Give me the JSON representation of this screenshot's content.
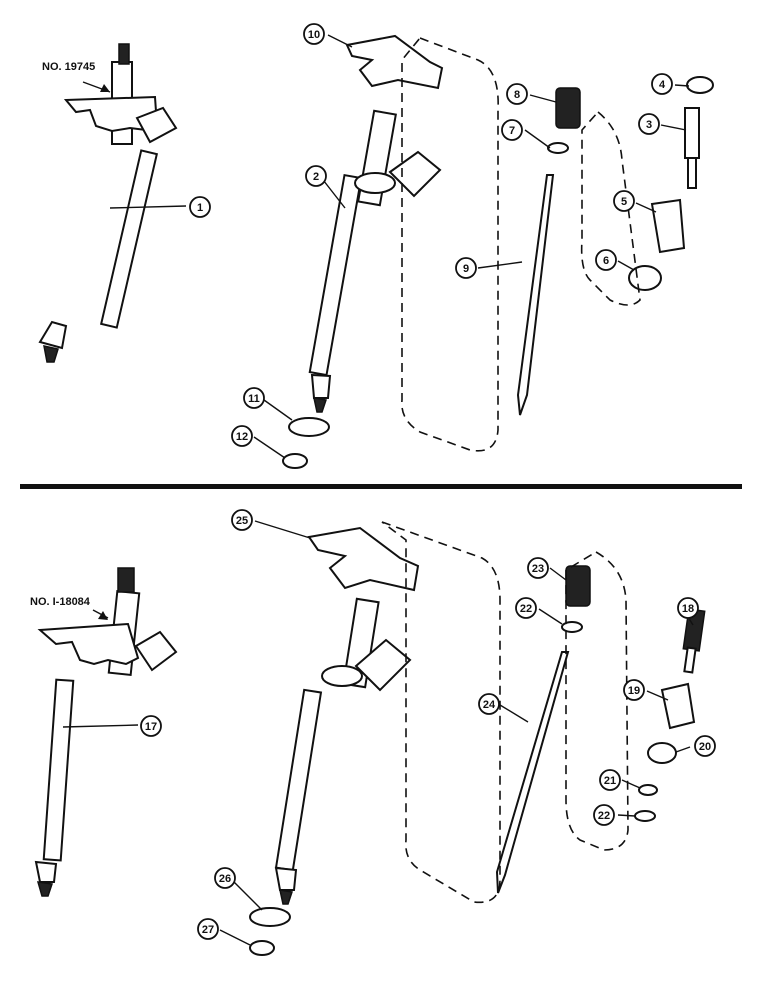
{
  "upper_assembly": {
    "model_label": "NO. 19745",
    "callouts": [
      "1",
      "2",
      "3",
      "4",
      "5",
      "6",
      "7",
      "8",
      "9",
      "10",
      "11",
      "12"
    ]
  },
  "lower_assembly": {
    "model_label": "NO. I-18084",
    "callouts": [
      "17",
      "18",
      "19",
      "20",
      "21",
      "22",
      "22",
      "23",
      "24",
      "25",
      "26",
      "27"
    ]
  }
}
